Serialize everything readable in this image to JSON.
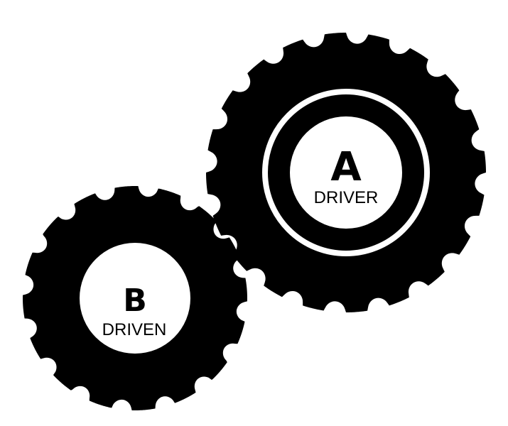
{
  "gears": [
    {
      "id": "gear-a",
      "letter": "A",
      "role": "DRIVER",
      "teeth": 20,
      "has_ring": true
    },
    {
      "id": "gear-b",
      "letter": "B",
      "role": "DRIVEN",
      "teeth": 16,
      "has_ring": false
    }
  ],
  "colors": {
    "gear_fill": "#000000",
    "background": "#ffffff"
  }
}
